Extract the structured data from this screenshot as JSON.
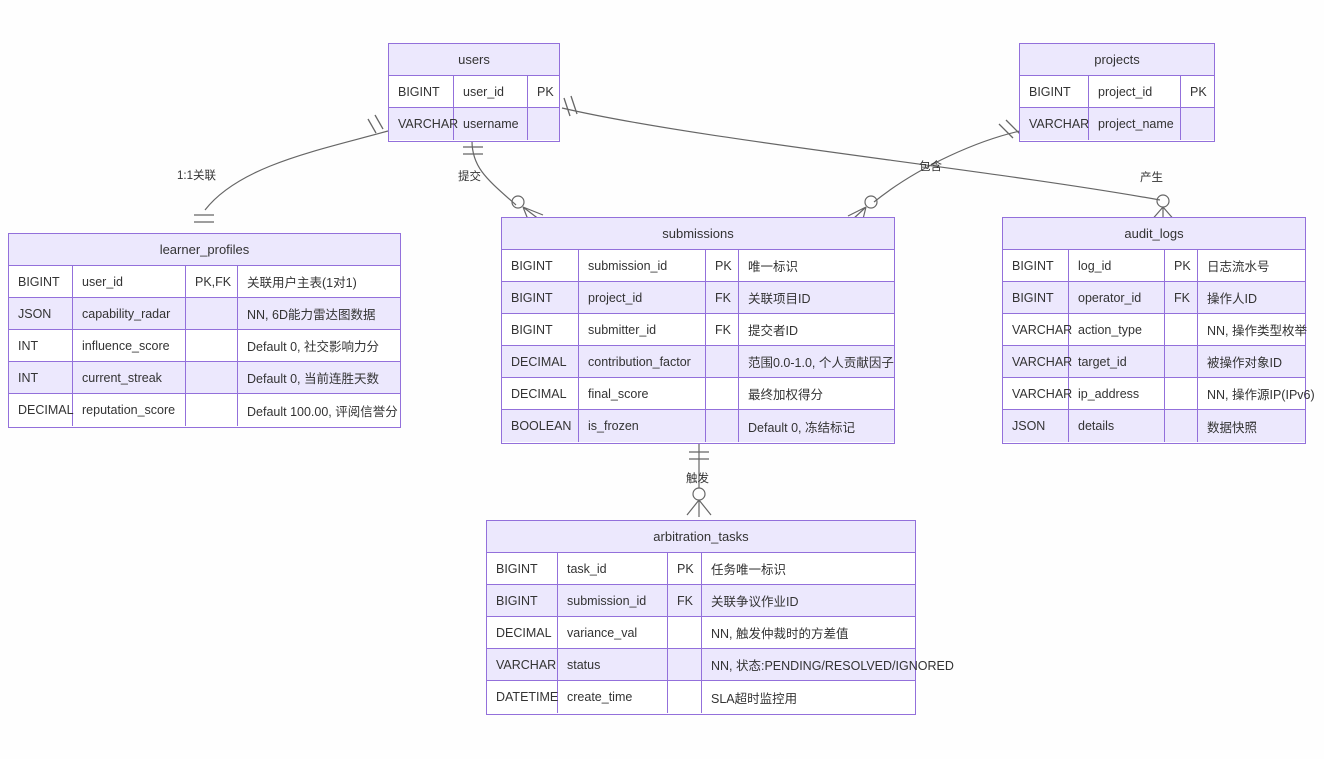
{
  "diagram": {
    "type": "entity-relationship-diagram",
    "background_color": "#fefefe",
    "entity_border_color": "#9370DB",
    "entity_header_color": "#ECE8FD",
    "line_color": "#666666",
    "columns": [
      "type",
      "name",
      "key",
      "comment"
    ]
  },
  "entities": {
    "users": {
      "title": "users",
      "rows": [
        {
          "type": "BIGINT",
          "name": "user_id",
          "key": "PK",
          "comment": ""
        },
        {
          "type": "VARCHAR",
          "name": "username",
          "key": "",
          "comment": ""
        }
      ]
    },
    "projects": {
      "title": "projects",
      "rows": [
        {
          "type": "BIGINT",
          "name": "project_id",
          "key": "PK",
          "comment": ""
        },
        {
          "type": "VARCHAR",
          "name": "project_name",
          "key": "",
          "comment": ""
        }
      ]
    },
    "learner_profiles": {
      "title": "learner_profiles",
      "rows": [
        {
          "type": "BIGINT",
          "name": "user_id",
          "key": "PK,FK",
          "comment": "关联用户主表(1对1)"
        },
        {
          "type": "JSON",
          "name": "capability_radar",
          "key": "",
          "comment": "NN, 6D能力雷达图数据"
        },
        {
          "type": "INT",
          "name": "influence_score",
          "key": "",
          "comment": "Default 0, 社交影响力分"
        },
        {
          "type": "INT",
          "name": "current_streak",
          "key": "",
          "comment": "Default 0, 当前连胜天数"
        },
        {
          "type": "DECIMAL",
          "name": "reputation_score",
          "key": "",
          "comment": "Default 100.00, 评阅信誉分"
        }
      ]
    },
    "submissions": {
      "title": "submissions",
      "rows": [
        {
          "type": "BIGINT",
          "name": "submission_id",
          "key": "PK",
          "comment": "唯一标识"
        },
        {
          "type": "BIGINT",
          "name": "project_id",
          "key": "FK",
          "comment": "关联项目ID"
        },
        {
          "type": "BIGINT",
          "name": "submitter_id",
          "key": "FK",
          "comment": "提交者ID"
        },
        {
          "type": "DECIMAL",
          "name": "contribution_factor",
          "key": "",
          "comment": "范围0.0-1.0, 个人贡献因子"
        },
        {
          "type": "DECIMAL",
          "name": "final_score",
          "key": "",
          "comment": "最终加权得分"
        },
        {
          "type": "BOOLEAN",
          "name": "is_frozen",
          "key": "",
          "comment": "Default 0, 冻结标记"
        }
      ]
    },
    "audit_logs": {
      "title": "audit_logs",
      "rows": [
        {
          "type": "BIGINT",
          "name": "log_id",
          "key": "PK",
          "comment": "日志流水号"
        },
        {
          "type": "BIGINT",
          "name": "operator_id",
          "key": "FK",
          "comment": "操作人ID"
        },
        {
          "type": "VARCHAR",
          "name": "action_type",
          "key": "",
          "comment": "NN, 操作类型枚举"
        },
        {
          "type": "VARCHAR",
          "name": "target_id",
          "key": "",
          "comment": "被操作对象ID"
        },
        {
          "type": "VARCHAR",
          "name": "ip_address",
          "key": "",
          "comment": "NN, 操作源IP(IPv6)"
        },
        {
          "type": "JSON",
          "name": "details",
          "key": "",
          "comment": "数据快照"
        }
      ]
    },
    "arbitration_tasks": {
      "title": "arbitration_tasks",
      "rows": [
        {
          "type": "BIGINT",
          "name": "task_id",
          "key": "PK",
          "comment": "任务唯一标识"
        },
        {
          "type": "BIGINT",
          "name": "submission_id",
          "key": "FK",
          "comment": "关联争议作业ID"
        },
        {
          "type": "DECIMAL",
          "name": "variance_val",
          "key": "",
          "comment": "NN, 触发仲裁时的方差值"
        },
        {
          "type": "VARCHAR",
          "name": "status",
          "key": "",
          "comment": "NN, 状态:PENDING/RESOLVED/IGNORED"
        },
        {
          "type": "DATETIME",
          "name": "create_time",
          "key": "",
          "comment": "SLA超时监控用"
        }
      ]
    }
  },
  "relationships": [
    {
      "id": "users-learner_profiles",
      "label": "1:1关联",
      "from": "users",
      "to": "learner_profiles",
      "from_card": "exactly-one",
      "to_card": "exactly-one"
    },
    {
      "id": "users-submissions",
      "label": "提交",
      "from": "users",
      "to": "submissions",
      "from_card": "exactly-one",
      "to_card": "zero-or-many"
    },
    {
      "id": "projects-submissions",
      "label": "包含",
      "from": "projects",
      "to": "submissions",
      "from_card": "exactly-one",
      "to_card": "zero-or-many"
    },
    {
      "id": "users-audit_logs",
      "label": "产生",
      "from": "users",
      "to": "audit_logs",
      "from_card": "exactly-one",
      "to_card": "zero-or-many"
    },
    {
      "id": "submissions-arbitration_tasks",
      "label": "触发",
      "from": "submissions",
      "to": "arbitration_tasks",
      "from_card": "exactly-one",
      "to_card": "zero-or-many"
    }
  ]
}
